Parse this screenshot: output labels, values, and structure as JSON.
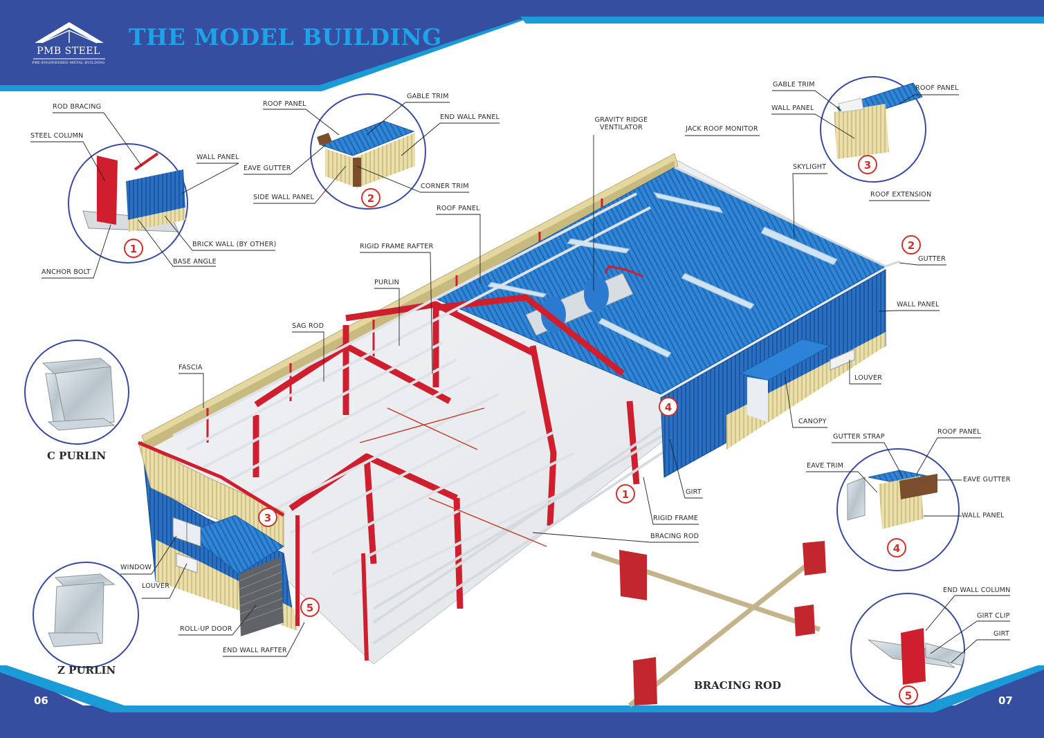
{
  "header": {
    "brand_name": "PMB STEEL",
    "brand_sub": "PRE-ENGINEERED METAL BUILDING",
    "title": "THE MODEL BUILDING"
  },
  "pages": {
    "left": "06",
    "right": "07"
  },
  "colors": {
    "navy": "#364ea0",
    "cyan": "#1b9ad8",
    "roof_blue": "#2b7fd0",
    "frame_red": "#cf1f2e",
    "wall_cream": "#e8dca8",
    "marker_red": "#d0302a"
  },
  "labels": {
    "rod_bracing": "ROD BRACING",
    "steel_column": "STEEL COLUMN",
    "wall_panel_1": "WALL PANEL",
    "brick_wall": "BRICK WALL (BY OTHER)",
    "base_angle": "BASE ANGLE",
    "anchor_bolt": "ANCHOR BOLT",
    "roof_panel_2": "ROOF PANEL",
    "gable_trim_2": "GABLE TRIM",
    "end_wall_panel": "END WALL PANEL",
    "eave_gutter_2": "EAVE GUTTER",
    "corner_trim": "CORNER TRIM",
    "side_wall_panel": "SIDE WALL PANEL",
    "roof_panel_main": "ROOF PANEL",
    "rigid_frame_rafter": "RIGID FRAME RAFTER",
    "purlin": "PURLIN",
    "sag_rod": "SAG ROD",
    "fascia": "FASCIA",
    "gravity_ridge_ventilator": "GRAVITY RIDGE VENTILATOR",
    "jack_roof_monitor": "JACK ROOF MONITOR",
    "gable_trim_3": "GABLE TRIM",
    "roof_panel_3": "ROOF PANEL",
    "wall_panel_3": "WALL PANEL",
    "skylight": "SKYLIGHT",
    "roof_extension": "ROOF EXTENSION",
    "gutter": "GUTTER",
    "wall_panel_right": "WALL PANEL",
    "louver_right": "LOUVER",
    "canopy": "CANOPY",
    "gutter_strap": "GUTTER STRAP",
    "roof_panel_4": "ROOF PANEL",
    "eave_trim": "EAVE TRIM",
    "eave_gutter_4": "EAVE GUTTER",
    "wall_panel_4": "WALL PANEL",
    "girt_main": "GIRT",
    "rigid_frame": "RIGID FRAME",
    "bracing_rod_label": "BRACING ROD",
    "window": "WINDOW",
    "louver_left": "LOUVER",
    "roll_up_door": "ROLL-UP DOOR",
    "end_wall_rafter": "END WALL RAFTER",
    "end_wall_column": "END WALL COLUMN",
    "girt_clip": "GIRT CLIP",
    "girt_5": "GIRT"
  },
  "captions": {
    "c_purlin": "C PURLIN",
    "z_purlin": "Z PURLIN",
    "bracing_rod": "BRACING ROD"
  },
  "markers": [
    "1",
    "2",
    "3",
    "4",
    "5"
  ]
}
